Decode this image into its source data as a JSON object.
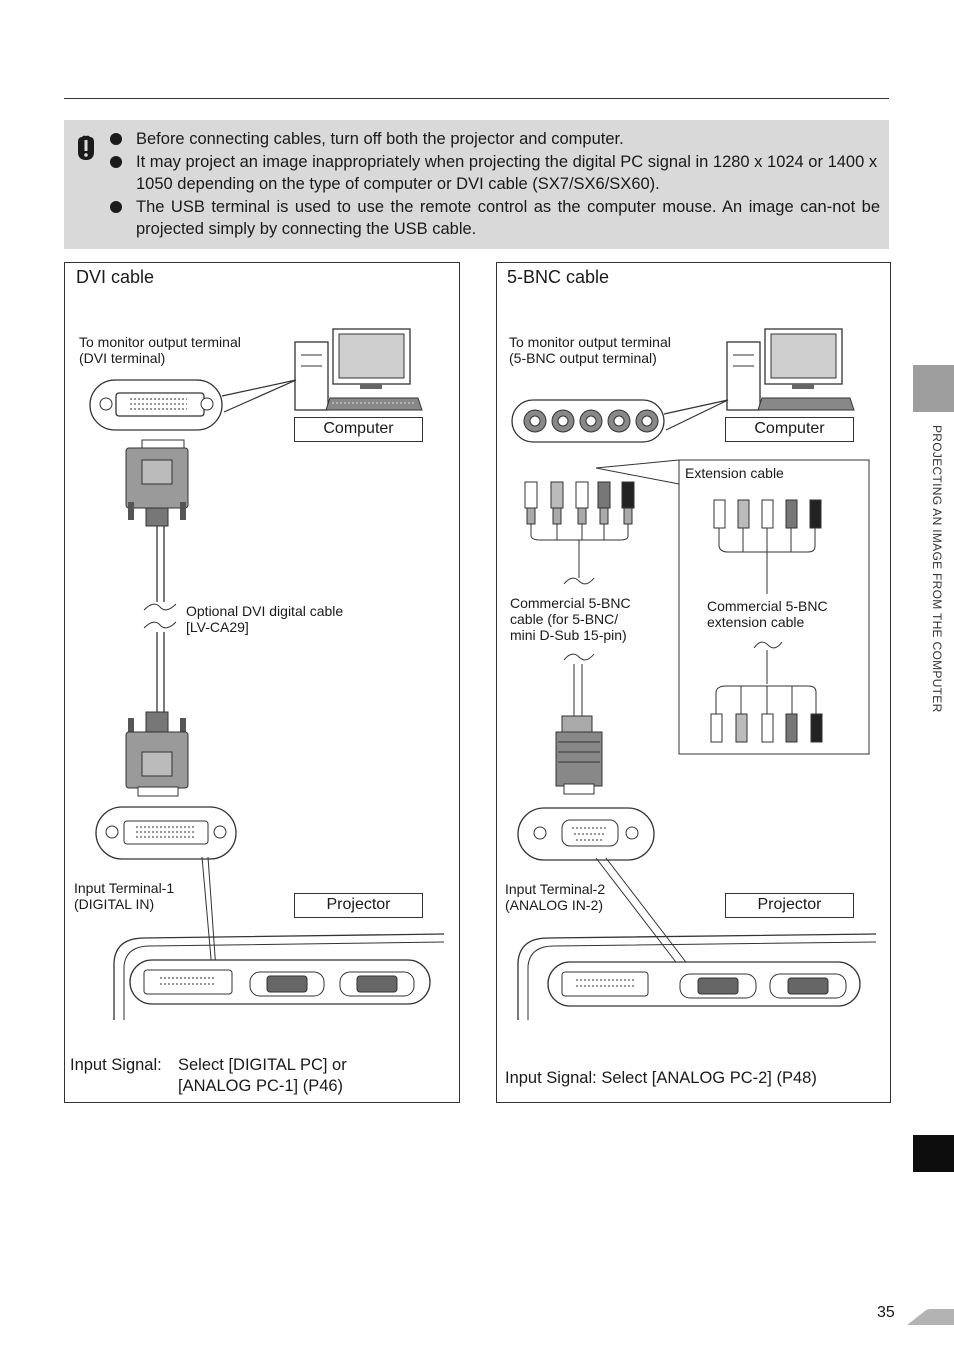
{
  "caution": {
    "icon": "caution-hand-icon",
    "items": [
      "Before connecting cables, turn off both the projector and computer.",
      "It may project an image inappropriately when projecting the digital PC signal in 1280 x 1024 or 1400 x 1050 depending on the type of computer or DVI cable (SX7/SX6/SX60).",
      "The USB terminal is used to use the remote control as the computer mouse. An image can-not be projected simply by connecting the USB cable."
    ]
  },
  "dvi_panel": {
    "title": "DVI cable",
    "monitor_terminal_line1": "To monitor output terminal",
    "monitor_terminal_line2": "(DVI terminal)",
    "computer_label": "Computer",
    "cable_line1": "Optional DVI digital cable",
    "cable_line2": "[LV-CA29]",
    "input_terminal_line1": "Input Terminal-1",
    "input_terminal_line2": "(DIGITAL IN)",
    "projector_label": "Projector",
    "signal_label": "Input Signal:",
    "signal_line1": "Select [DIGITAL PC] or",
    "signal_line2": "[ANALOG PC-1] (P46)"
  },
  "bnc_panel": {
    "title": "5-BNC cable",
    "monitor_terminal_line1": "To monitor output terminal",
    "monitor_terminal_line2": "(5-BNC output terminal)",
    "computer_label": "Computer",
    "extension_cable_label": "Extension cable",
    "commercial_cable_line1": "Commercial 5-BNC",
    "commercial_cable_line2": "cable (for 5-BNC/",
    "commercial_cable_line3": "mini D-Sub 15-pin)",
    "extension_cable_line1": "Commercial 5-BNC",
    "extension_cable_line2": "extension cable",
    "input_terminal_line1": "Input Terminal-2",
    "input_terminal_line2": "(ANALOG IN-2)",
    "projector_label": "Projector",
    "signal_text": "Input Signal: Select [ANALOG PC-2] (P48)"
  },
  "side_tab_text": "PROJECTING AN IMAGE FROM THE COMPUTER",
  "page_number": "35"
}
